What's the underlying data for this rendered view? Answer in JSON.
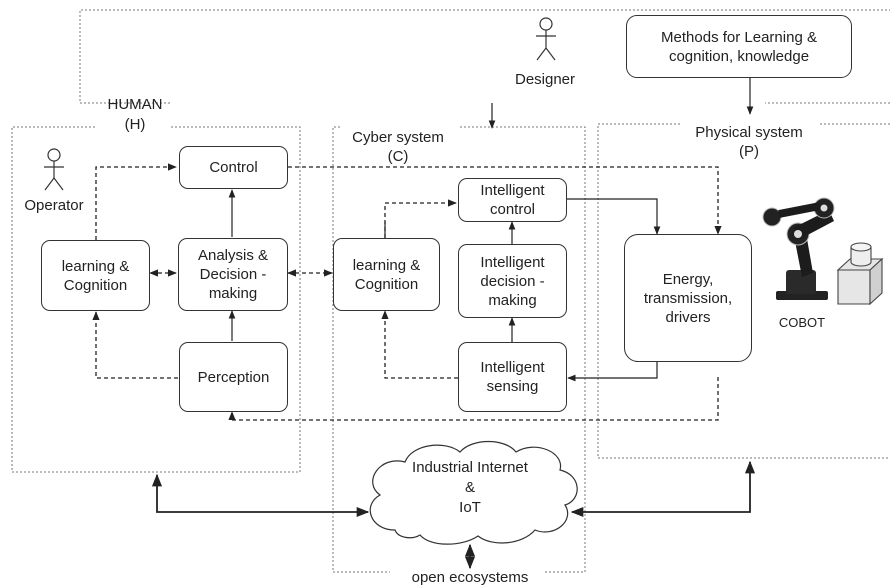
{
  "diagram": {
    "designer_label": "Designer",
    "methods_box": "Methods for Learning &\ncognition, knowledge",
    "human_label": "HUMAN\n(H)",
    "cyber_label": "Cyber system\n(C)",
    "physical_label": "Physical system\n(P)",
    "operator_label": "Operator",
    "human_boxes": {
      "control": "Control",
      "learning": "learning &\nCognition",
      "analysis": "Analysis &\nDecision -\nmaking",
      "perception": "Perception"
    },
    "cyber_boxes": {
      "learning": "learning &\nCognition",
      "intelligent_control": "Intelligent\ncontrol",
      "intelligent_decision": "Intelligent\ndecision -\nmaking",
      "intelligent_sensing": "Intelligent\nsensing"
    },
    "physical_boxes": {
      "energy": "Energy,\ntransmission,\ndrivers"
    },
    "cobot_label": "COBOT",
    "cloud_label": "Industrial Internet\n&\nIoT",
    "open_ecosystems_label": "open ecosystems"
  }
}
